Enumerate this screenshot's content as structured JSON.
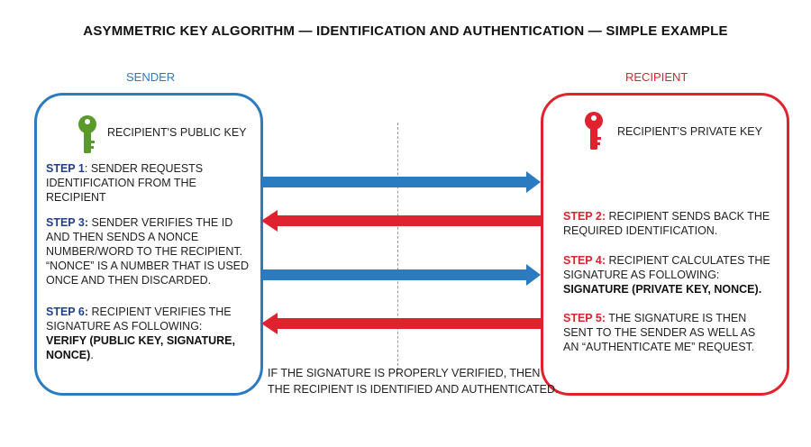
{
  "title": "ASYMMETRIC KEY ALGORITHM — IDENTIFICATION AND AUTHENTICATION — SIMPLE EXAMPLE",
  "sender": {
    "label": "SENDER",
    "key_label": "RECIPIENT'S PUBLIC KEY",
    "key_icon": "key-icon",
    "color": "#2a7bc0",
    "key_color": "#5a9a2a",
    "steps": [
      {
        "num": "STEP 1",
        "sep": ":",
        "text": " SENDER REQUESTS IDENTIFICATION FROM THE RECIPIENT"
      },
      {
        "num": "STEP 3:",
        "sep": "",
        "text": " SENDER VERIFIES THE ID AND THEN SENDS A NONCE NUMBER/WORD TO THE RECIPIENT. “NONCE” IS A NUMBER THAT IS USED ONCE AND THEN DISCARDED."
      },
      {
        "num": "STEP 6:",
        "sep": "",
        "text": " RECIPIENT VERIFIES THE SIGNATURE AS FOLLOWING:",
        "formula": "VERIFY (PUBLIC KEY, SIGNATURE, NONCE)",
        "tail": "."
      }
    ]
  },
  "recipient": {
    "label": "RECIPIENT",
    "key_label": "RECIPIENT'S PRIVATE KEY",
    "key_icon": "key-icon",
    "color": "#e0222e",
    "key_color": "#e0222e",
    "steps": [
      {
        "num": "STEP 2:",
        "text": " RECIPIENT SENDS BACK THE REQUIRED IDENTIFICATION."
      },
      {
        "num": "STEP 4:",
        "text": " RECIPIENT CALCULATES THE SIGNATURE  AS FOLLOWING:",
        "formula": "SIGNATURE (PRIVATE KEY, NONCE)",
        "tail": "."
      },
      {
        "num": "STEP 5:",
        "text": " THE SIGNATURE IS THEN SENT TO THE SENDER AS WELL AS AN “AUTHENTICATE ME” REQUEST."
      }
    ]
  },
  "arrows": [
    {
      "direction": "right",
      "color": "#2a7bc0"
    },
    {
      "direction": "left",
      "color": "#e0222e"
    },
    {
      "direction": "right",
      "color": "#2a7bc0"
    },
    {
      "direction": "left",
      "color": "#e0222e"
    }
  ],
  "footer": {
    "line1": "IF THE SIGNATURE IS PROPERLY VERIFIED, THEN",
    "line2": "THE RECIPIENT IS IDENTIFIED AND AUTHENTICATED."
  }
}
